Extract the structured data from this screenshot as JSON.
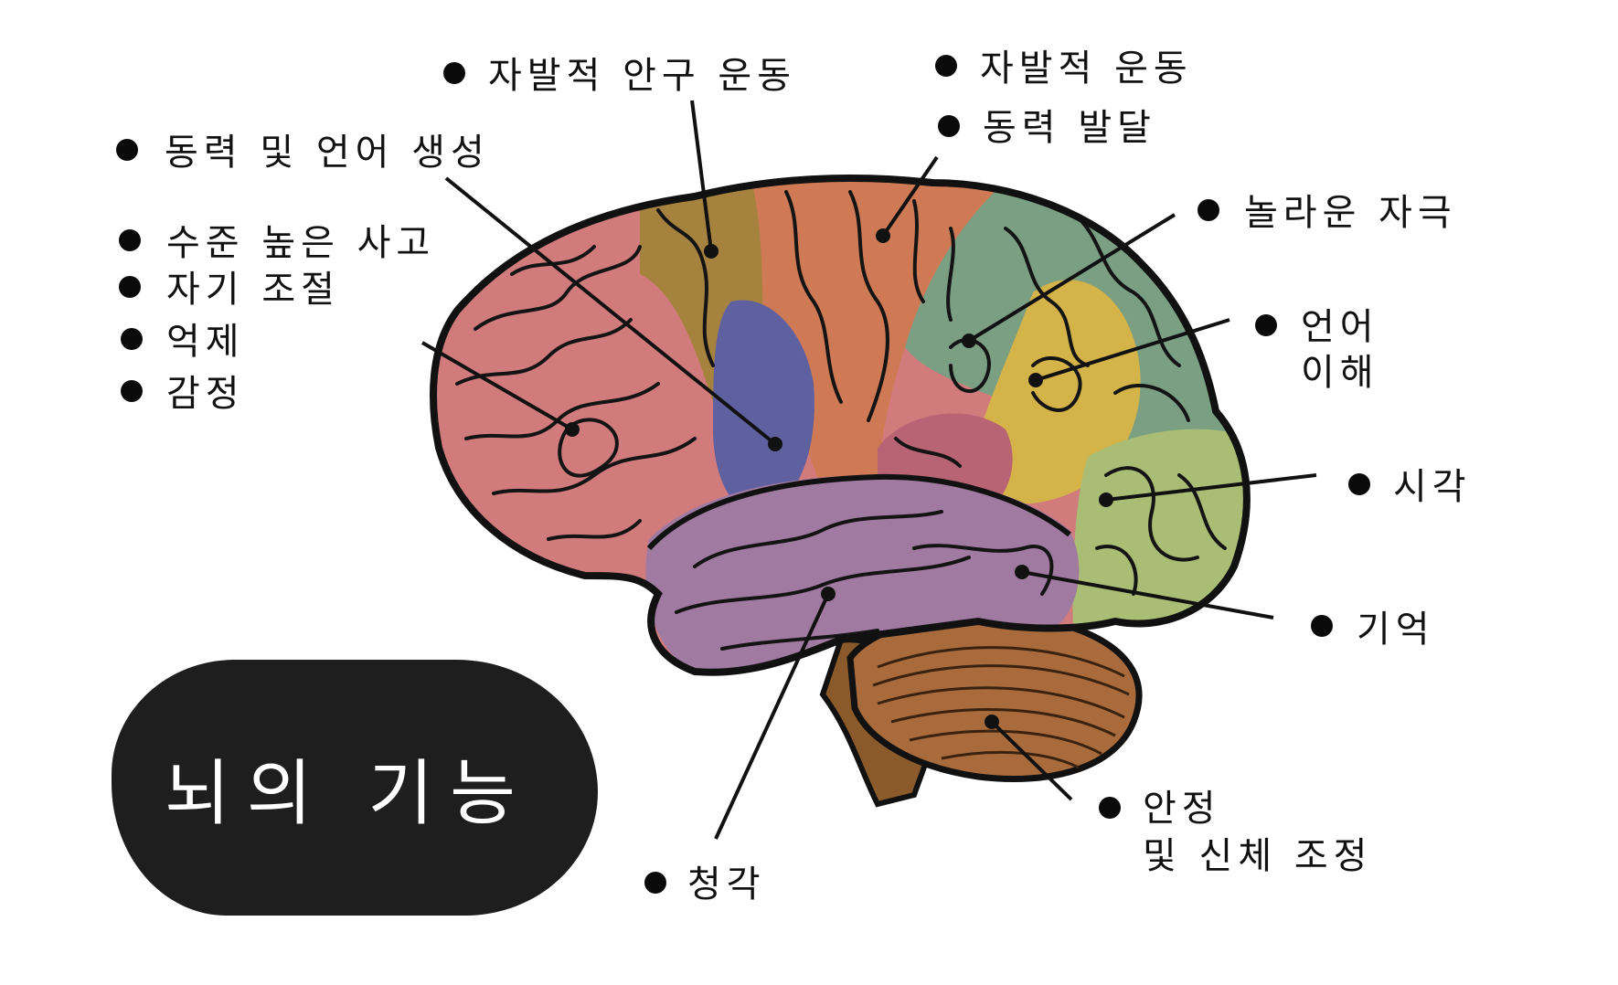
{
  "title": "뇌의 기능",
  "labels": {
    "voluntary_eye": "자발적 안구 운동",
    "voluntary_motion": "자발적 운동",
    "motor_development": "동력 발달",
    "motor_speech": "동력 및 언어 생성",
    "surprise_stimulus": "놀라운 자극",
    "higher_thought": "수준 높은 사고",
    "self_control": "자기 조절",
    "inhibition": "억제",
    "emotion": "감정",
    "language_line1": "언어",
    "language_line2": "이해",
    "vision": "시각",
    "memory": "기억",
    "balance_line1": "안정",
    "balance_line2": "및 신체 조정",
    "hearing": "청각"
  },
  "colors": {
    "frontal": "#d17b7d",
    "premotor": "#a6823f",
    "motor": "#cf7a55",
    "frontal_eye": "#5e60a0",
    "parietal": "#7b9f83",
    "wernicke": "#d4b348",
    "occipital": "#a9bd74",
    "temporal": "#a07aa0",
    "insula": "#b86474",
    "cerebellum": "#a96b3c",
    "brainstem": "#8b5a2b",
    "outline": "#111111",
    "title_box": "#1e1e1e"
  }
}
